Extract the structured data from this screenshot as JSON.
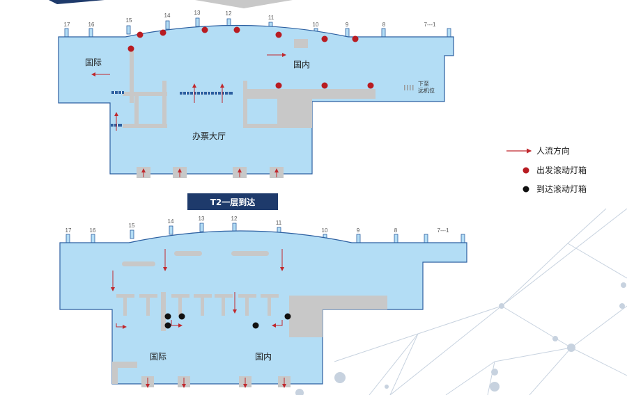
{
  "top_map": {
    "gates": [
      "17",
      "16",
      "15",
      "14",
      "13",
      "12",
      "11",
      "10",
      "9",
      "8",
      "7---1"
    ],
    "zone_international": "国际",
    "zone_domestic": "国内",
    "hall_label": "办票大厅",
    "remote_stand_label_1": "下至",
    "remote_stand_label_2": "远机位"
  },
  "bottom_map": {
    "title": "T2一层到达",
    "gates": [
      "17",
      "16",
      "15",
      "14",
      "13",
      "12",
      "11",
      "10",
      "9",
      "8",
      "7---1"
    ],
    "zone_international": "国际",
    "zone_domestic": "国内"
  },
  "legend": {
    "flow": "人流方向",
    "departure": "出发滚动灯箱",
    "arrival": "到达滚动灯箱"
  },
  "colors": {
    "terminal_fill": "#b3ddf5",
    "terminal_stroke": "#2c5fa0",
    "flow_arrow": "#c0282d",
    "departure_dot": "#b81c22",
    "arrival_dot": "#111111",
    "title_bg": "#1e3a6b",
    "obstacle": "#c8c8c8"
  }
}
